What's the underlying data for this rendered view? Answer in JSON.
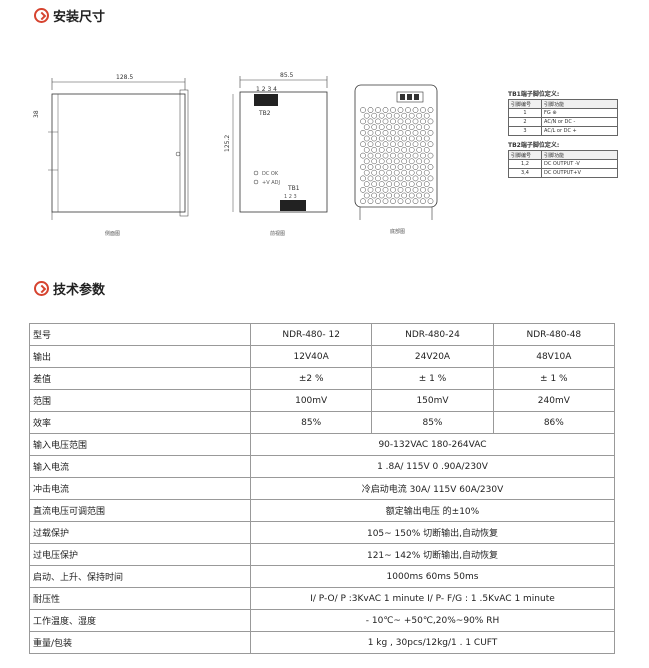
{
  "sections": {
    "install_title": "安装尺寸",
    "spec_title": "技术参数"
  },
  "drawing": {
    "side": {
      "width_dim": "128.5",
      "height_dim": "38",
      "caption": "侧面图"
    },
    "front": {
      "width_dim": "85.5",
      "height_dim": "125.2",
      "tb2_pins": "1 2 3 4",
      "tb2_label": "TB2",
      "dc_ok": "DC OK",
      "v_adj": "+V ADJ",
      "tb1_label": "TB1",
      "tb1_pins": "1  2  3",
      "caption": "前视图"
    },
    "bottom": {
      "caption": "底部图"
    }
  },
  "pin_tables": {
    "tb1": {
      "title": "TB1端子脚位定义:",
      "header": [
        "引脚编号",
        "引脚功能"
      ],
      "rows": [
        [
          "1",
          "FG ⊕"
        ],
        [
          "2",
          "AC/N or DC -"
        ],
        [
          "3",
          "AC/L or DC +"
        ]
      ]
    },
    "tb2": {
      "title": "TB2端子脚位定义:",
      "header": [
        "引脚编号",
        "引脚功能"
      ],
      "rows": [
        [
          "1,2",
          "DC OUTPUT -V"
        ],
        [
          "3,4",
          "DC OUTPUT+V"
        ]
      ]
    }
  },
  "spec_table": {
    "rows": [
      {
        "label": "型号",
        "cells": [
          "NDR-480- 12",
          "NDR-480-24",
          "NDR-480-48"
        ]
      },
      {
        "label": "输出",
        "cells": [
          "12V40A",
          "24V20A",
          "48V10A"
        ]
      },
      {
        "label": "差值",
        "cells": [
          "±2 %",
          "± 1 %",
          "± 1 %"
        ]
      },
      {
        "label": "范围",
        "cells": [
          "100mV",
          "150mV",
          "240mV"
        ]
      },
      {
        "label": "效率",
        "cells": [
          "85%",
          "85%",
          "86%"
        ]
      },
      {
        "label": "输入电压范围",
        "cells": [
          "90-132VAC  180-264VAC"
        ]
      },
      {
        "label": "输入电流",
        "cells": [
          "1 .8A/ 115V 0 .90A/230V"
        ]
      },
      {
        "label": "冲击电流",
        "cells": [
          "冷启动电流 30A/ 115V 60A/230V"
        ]
      },
      {
        "label": "直流电压可调范围",
        "cells": [
          "额定输出电压 的±10%"
        ]
      },
      {
        "label": "过载保护",
        "cells": [
          "105~ 150%  切断输出,自动恢复"
        ]
      },
      {
        "label": "过电压保护",
        "cells": [
          "121~ 142%  切断输出,自动恢复"
        ]
      },
      {
        "label": "启动、上升、保持时间",
        "cells": [
          "1000ms    60ms    50ms"
        ]
      },
      {
        "label": "耐压性",
        "cells": [
          "I/ P-O/ P :3KvAC 1 minute    I/ P- F/G : 1 .5KvAC 1 minute"
        ]
      },
      {
        "label": "工作温度、湿度",
        "cells": [
          "- 10℃~ +50℃,20%~90% RH"
        ]
      },
      {
        "label": "重量/包装",
        "cells": [
          "1 kg , 30pcs/12kg/1 . 1 CUFT"
        ]
      }
    ]
  }
}
